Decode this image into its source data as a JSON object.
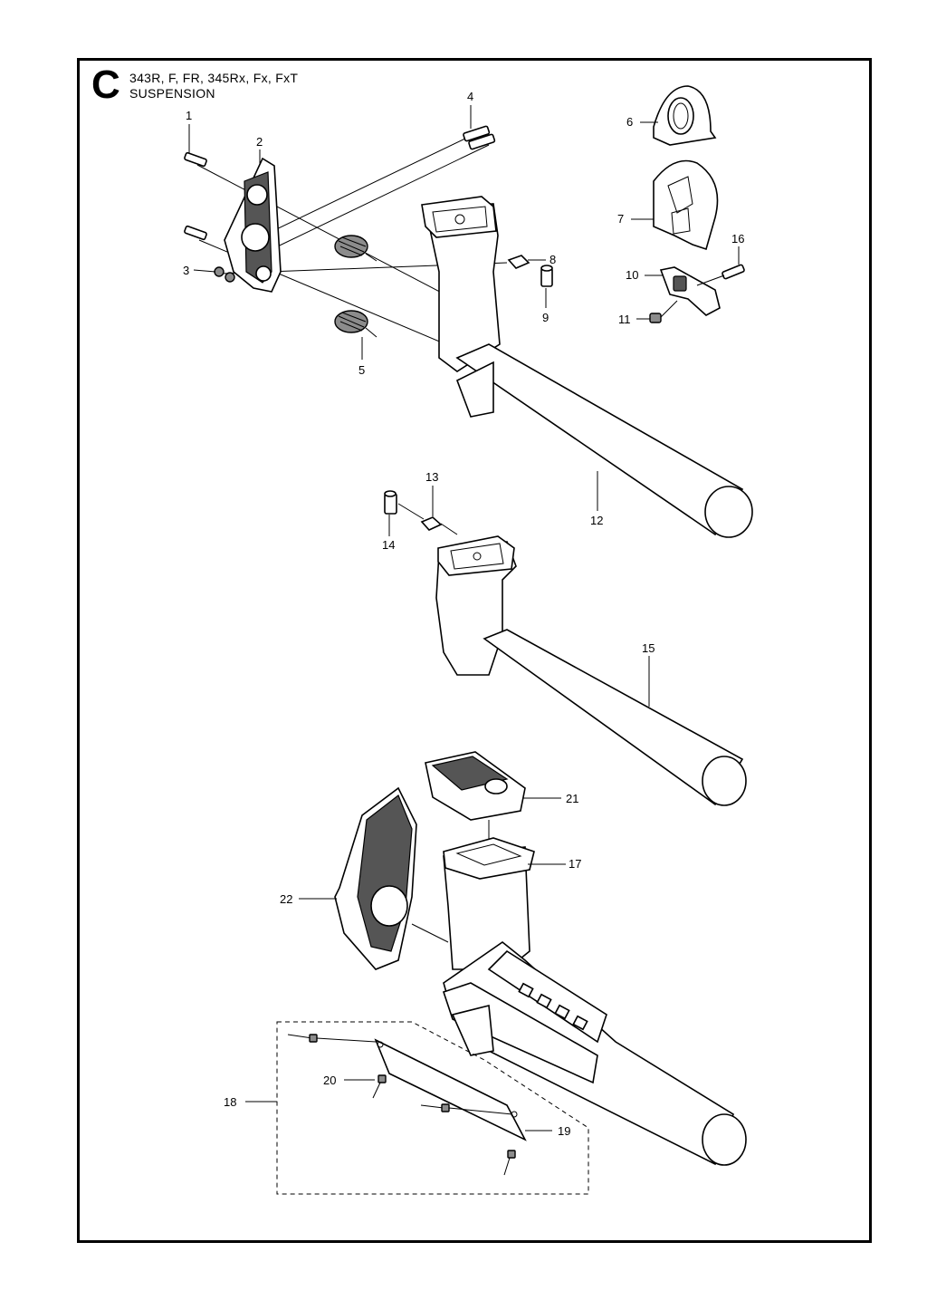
{
  "header": {
    "section_letter": "C",
    "models": "343R, F, FR, 345Rx, Fx, FxT",
    "title": "SUSPENSION"
  },
  "callouts": [
    "1",
    "2",
    "3",
    "4",
    "5",
    "6",
    "7",
    "8",
    "9",
    "10",
    "11",
    "12",
    "13",
    "14",
    "15",
    "16",
    "17",
    "18",
    "19",
    "20",
    "21",
    "22"
  ]
}
